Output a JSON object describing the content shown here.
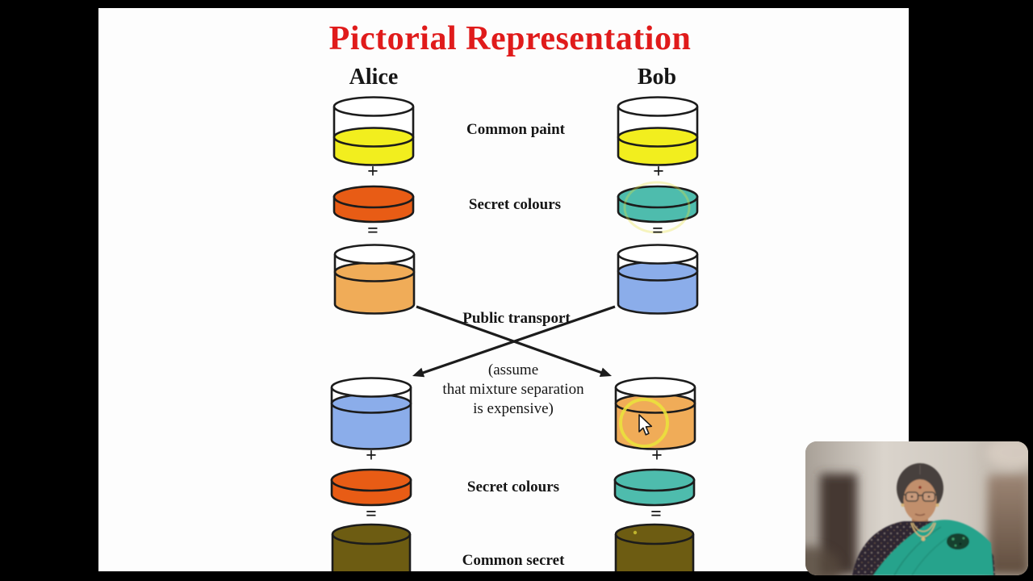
{
  "slide": {
    "title": "Pictorial Representation",
    "title_color": "#e01b1b",
    "left_column": "Alice",
    "right_column": "Bob",
    "labels": {
      "common_paint": "Common paint",
      "secret_colours_top": "Secret colours",
      "public_transport": "Public transport",
      "assume_line1": "(assume",
      "assume_line2": "that mixture separation",
      "assume_line3": "is expensive)",
      "secret_colours_bottom": "Secret colours",
      "common_secret": "Common secret"
    },
    "operators": {
      "plus": "+",
      "equals": "="
    }
  },
  "colors": {
    "outline": "#1c1c1c",
    "container_white": "#ffffff",
    "common_paint": "#f2ee1e",
    "alice_secret": "#e85c15",
    "bob_secret": "#4ebcad",
    "alice_mixture": "#f0ac58",
    "bob_mixture": "#8badea",
    "common_secret": "#6d5c12",
    "highlight": "#e9e23b"
  },
  "webcam": {
    "colors": {
      "wall": "#d6d0c8",
      "doorway": "#453931",
      "hair": "#46403c",
      "skin": "#c18f6c",
      "saree": "#27a38c",
      "blouse": "#2e2630",
      "gold": "#d9b87a"
    }
  }
}
